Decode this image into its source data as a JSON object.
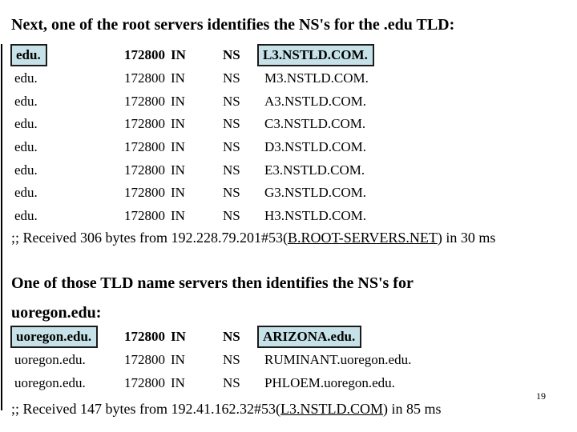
{
  "slide": {
    "heading1": "Next, one of the root servers identifies the NS's for the .edu TLD:",
    "records_edu": {
      "rows": [
        {
          "name": "edu.",
          "ttl": "172800",
          "class": "IN",
          "type": "NS",
          "value": "L3.NSTLD.COM.",
          "highlighted": true
        },
        {
          "name": "edu.",
          "ttl": "172800",
          "class": "IN",
          "type": "NS",
          "value": "M3.NSTLD.COM.",
          "highlighted": false
        },
        {
          "name": "edu.",
          "ttl": "172800",
          "class": "IN",
          "type": "NS",
          "value": "A3.NSTLD.COM.",
          "highlighted": false
        },
        {
          "name": "edu.",
          "ttl": "172800",
          "class": "IN",
          "type": "NS",
          "value": "C3.NSTLD.COM.",
          "highlighted": false
        },
        {
          "name": "edu.",
          "ttl": "172800",
          "class": "IN",
          "type": "NS",
          "value": "D3.NSTLD.COM.",
          "highlighted": false
        },
        {
          "name": "edu.",
          "ttl": "172800",
          "class": "IN",
          "type": "NS",
          "value": "E3.NSTLD.COM.",
          "highlighted": false
        },
        {
          "name": "edu.",
          "ttl": "172800",
          "class": "IN",
          "type": "NS",
          "value": "G3.NSTLD.COM.",
          "highlighted": false
        },
        {
          "name": "edu.",
          "ttl": "172800",
          "class": "IN",
          "type": "NS",
          "value": "H3.NSTLD.COM.",
          "highlighted": false
        }
      ],
      "footer": {
        "prefix": ";; Received 306 bytes from 192.228.79.201#53(",
        "link": "B.ROOT-SERVERS.NET",
        "suffix": ") in 30 ms"
      }
    },
    "heading2": {
      "line1": "One of those TLD name servers then identifies the NS's for",
      "line2": "uoregon.edu:"
    },
    "records_uoregon": {
      "rows": [
        {
          "name": "uoregon.edu.",
          "ttl": "172800",
          "class": "IN",
          "type": "NS",
          "value": "ARIZONA.edu.",
          "highlighted": true
        },
        {
          "name": "uoregon.edu.",
          "ttl": "172800",
          "class": "IN",
          "type": "NS",
          "value": "RUMINANT.uoregon.edu.",
          "highlighted": false
        },
        {
          "name": "uoregon.edu.",
          "ttl": "172800",
          "class": "IN",
          "type": "NS",
          "value": "PHLOEM.uoregon.edu.",
          "highlighted": false
        }
      ],
      "footer": {
        "prefix": ";; Received 147 bytes from 192.41.162.32#53(",
        "link": "L3.NSTLD.COM",
        "suffix": ") in 85 ms"
      }
    },
    "page_number": "19",
    "colors": {
      "highlight": "#c6e2e8",
      "border": "#1b1b1b"
    }
  }
}
